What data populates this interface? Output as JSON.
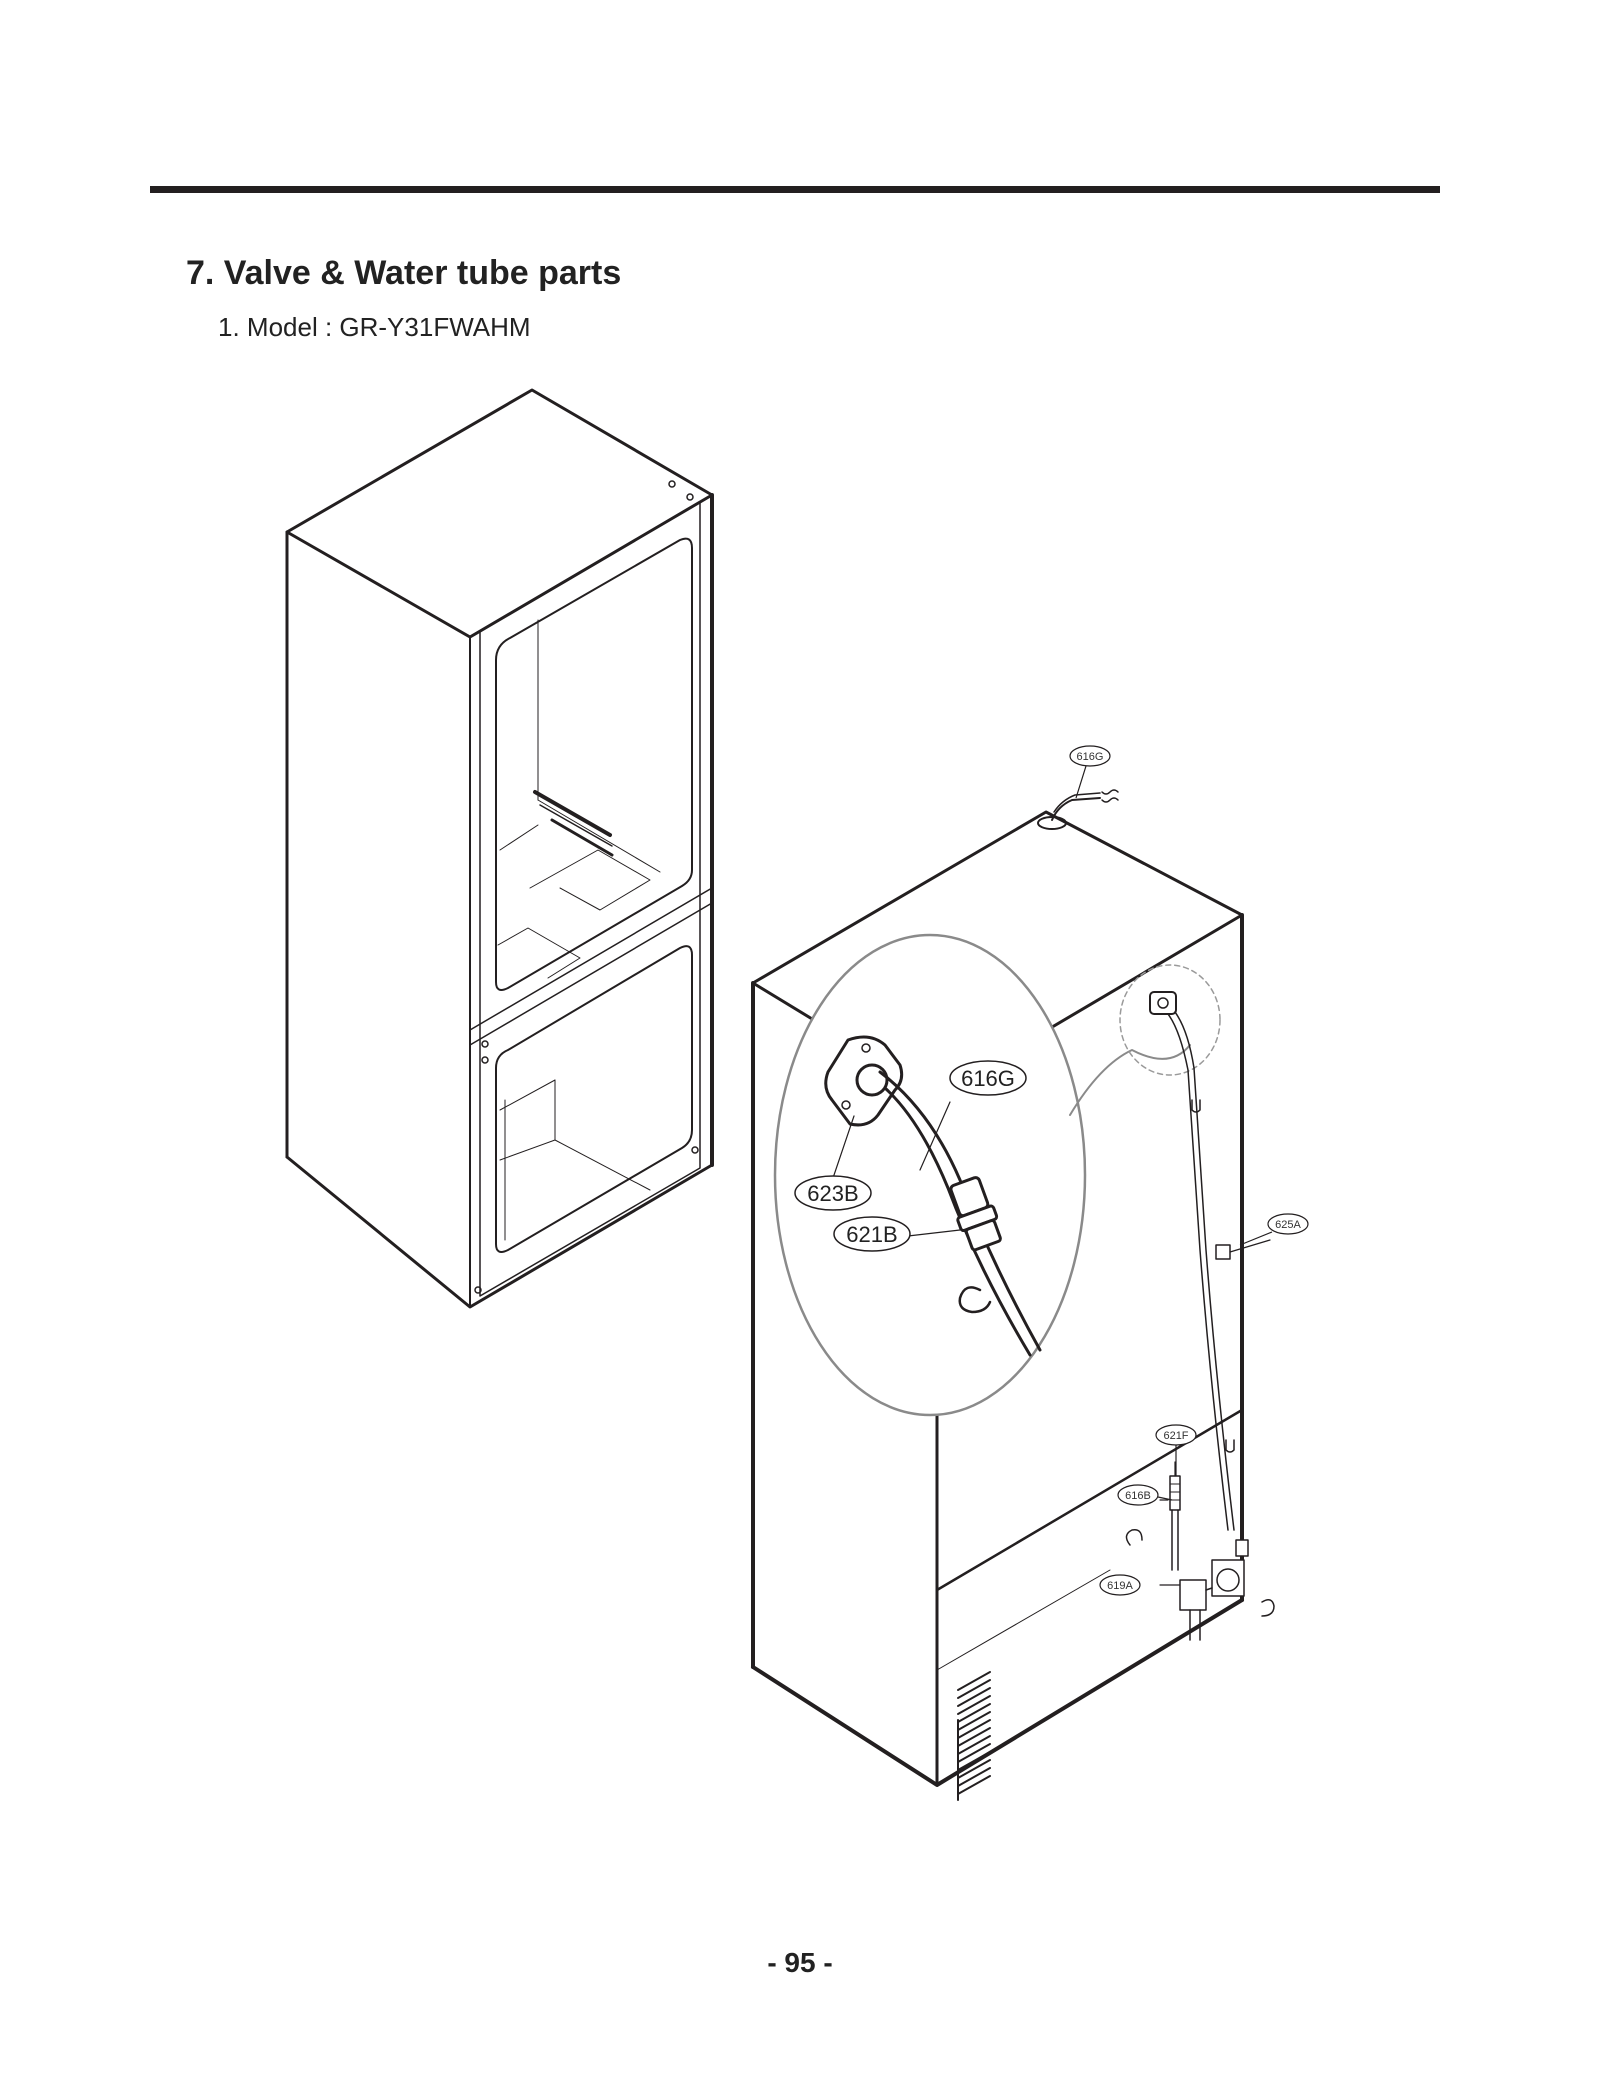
{
  "header": {
    "section_title": "7. Valve & Water tube parts",
    "model_line": "1. Model : GR-Y31FWAHM"
  },
  "callouts": {
    "top_616G": "616G",
    "zoom_616G": "616G",
    "zoom_623B": "623B",
    "zoom_621B": "621B",
    "label_625A": "625A",
    "label_621F": "621F",
    "label_616B": "616B",
    "label_619A": "619A"
  },
  "footer": {
    "page_number": "- 95 -"
  }
}
